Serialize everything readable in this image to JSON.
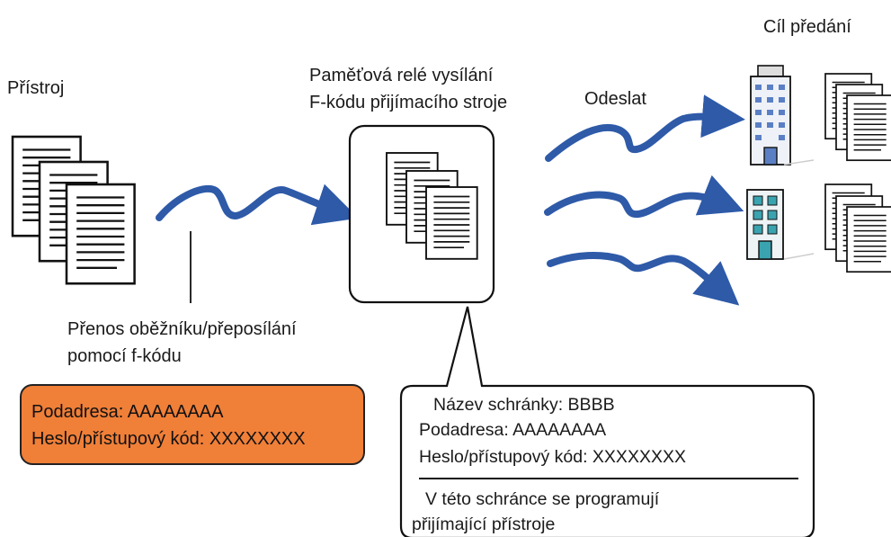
{
  "labels": {
    "device": "Přístroj",
    "destination": "Cíl předání",
    "relay_title_1": "Paměťová relé vysílání",
    "relay_title_2": "F-kódu přijímacího stroje",
    "send": "Odeslat",
    "transfer_1": "Přenos oběžníku/přeposílání",
    "transfer_2": "pomocí f-kódu"
  },
  "sender_box": {
    "subaddress": "Podadresa: AAAAAAAA",
    "password": "Heslo/přístupový kód: XXXXXXXX"
  },
  "callout": {
    "box_name": "Název schránky: BBBB",
    "subaddress": "Podadresa: AAAAAAAA",
    "password": "Heslo/přístupový kód: XXXXXXXX",
    "note_1": "V této schránce se programují",
    "note_2": "přijímající přístroje"
  },
  "colors": {
    "arrow": "#2e5aa8",
    "sender_box_fill": "#f07f38",
    "building_blue": "#5b7fc4",
    "building_teal": "#3aa3b0"
  }
}
